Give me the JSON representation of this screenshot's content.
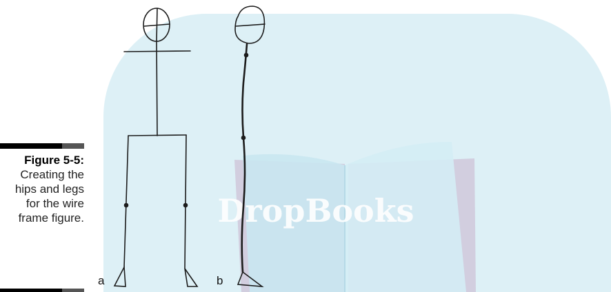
{
  "figure": {
    "label": "Figure 5-5:",
    "caption": "Creating the hips and legs for the wire frame figure."
  },
  "labels": {
    "front": "a",
    "side": "b"
  },
  "watermark": {
    "text": "DropBooks"
  },
  "colors": {
    "panel": "#ddf0f6",
    "book": "#c9e7f1",
    "book_edge": "#c8b2cc",
    "ink": "#1c1c1c"
  }
}
